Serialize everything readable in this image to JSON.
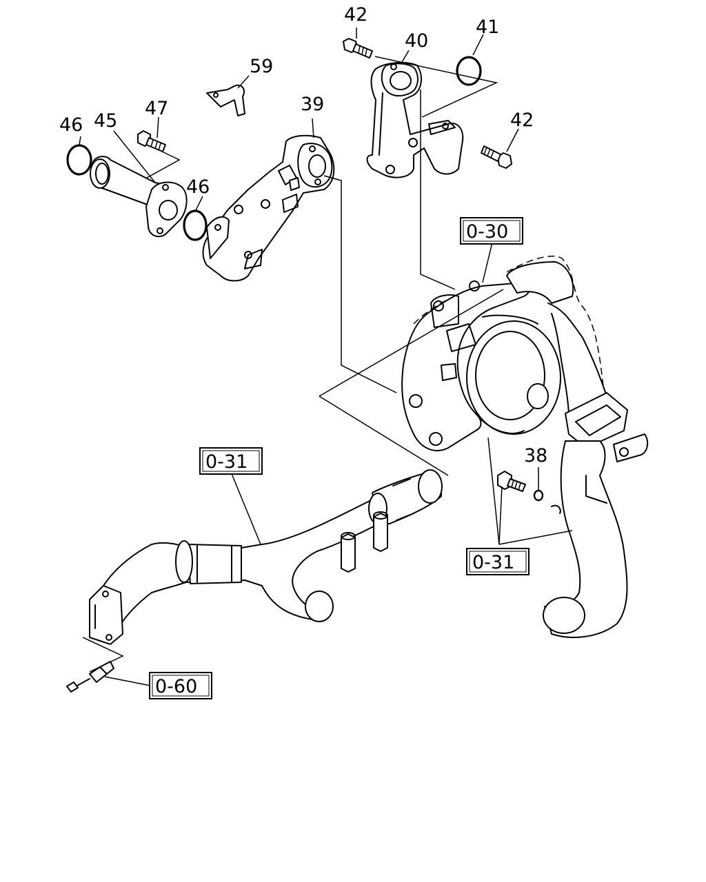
{
  "callouts": {
    "c42a": "42",
    "c40": "40",
    "c41": "41",
    "c42b": "42",
    "c59": "59",
    "c39": "39",
    "c47": "47",
    "c46a": "46",
    "c45": "45",
    "c46b": "46",
    "c38": "38"
  },
  "refs": {
    "r030": "0-30",
    "r031a": "0-31",
    "r031b": "0-31",
    "r060": "0-60"
  }
}
